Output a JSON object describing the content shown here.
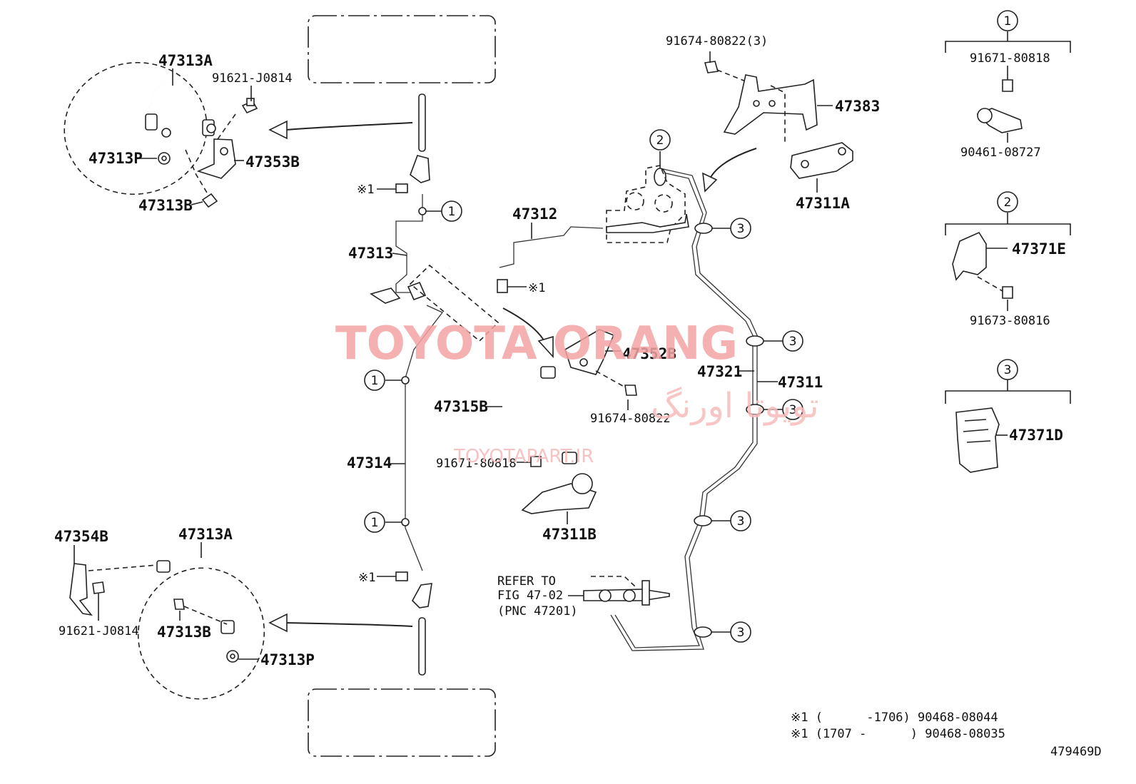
{
  "watermark": {
    "brand": "TOYOTA ORANG",
    "brand_fa": "تویوتا اورنگ",
    "site": "TOYOTAPART.IR"
  },
  "parts": {
    "p47313A_top": "47313A",
    "p91621_top": "91621-J0814",
    "p47313P_top": "47313P",
    "p47353B": "47353B",
    "p47313B_top": "47313B",
    "p47313": "47313",
    "p47312": "47312",
    "p47314": "47314",
    "p47315B": "47315B",
    "p47352B": "47352B",
    "p91674_mid": "91674-80822",
    "p91671_mid": "91671-80818",
    "p47311B": "47311B",
    "p91674_top": "91674-80822(3)",
    "p47383": "47383",
    "p47311A": "47311A",
    "p47321": "47321",
    "p47311": "47311",
    "p47354B": "47354B",
    "p47313A_bot": "47313A",
    "p91621_bot": "91621-J0814",
    "p47313B_bot": "47313B",
    "p47313P_bot": "47313P"
  },
  "refer": {
    "line1": "REFER TO",
    "line2": "FIG 47-02",
    "line3": "(PNC 47201)"
  },
  "clip_marker": "※1",
  "callouts": {
    "c1": "1",
    "c2": "2",
    "c3": "3"
  },
  "legend": {
    "group1": {
      "num": "1",
      "part_a": "91671-80818",
      "part_b": "90461-08727"
    },
    "group2": {
      "num": "2",
      "part_a": "47371E",
      "part_b": "91673-80816"
    },
    "group3": {
      "num": "3",
      "part_a": "47371D"
    }
  },
  "notes": {
    "n1": "※1 (      -1706) 90468-08044",
    "n2": "※1 (1707 -      ) 90468-08035"
  },
  "figure_id": "479469D"
}
